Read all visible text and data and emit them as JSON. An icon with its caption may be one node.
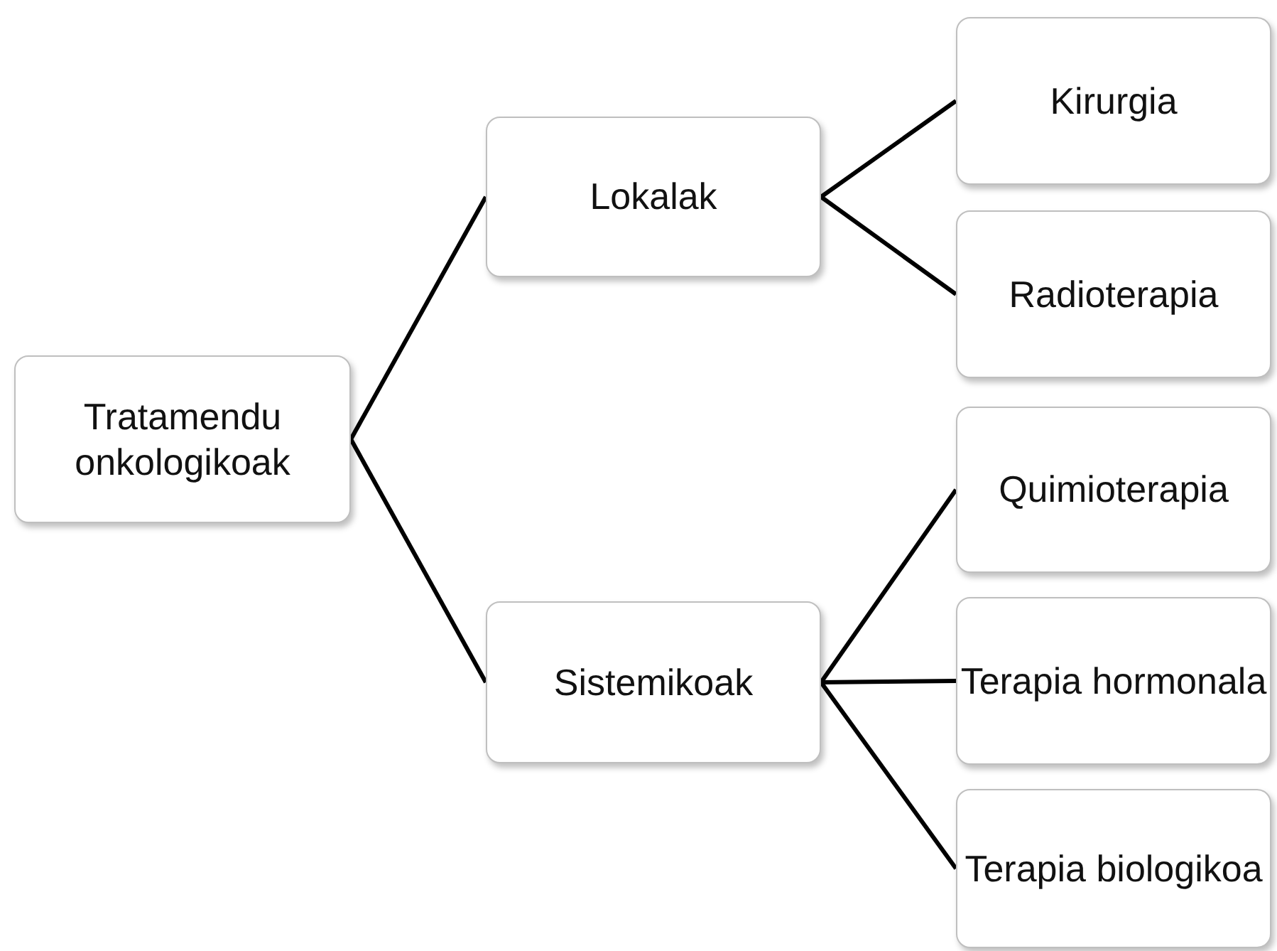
{
  "diagram": {
    "nodes": [
      {
        "text": [
          "Tratamendu onkologikoak"
        ]
      },
      {
        "text": [
          "Lokalak"
        ]
      },
      {
        "text": [
          "Sistemikoak"
        ]
      },
      {
        "text": [
          "Kirurgia"
        ]
      },
      {
        "text": [
          "Radioterapia"
        ]
      },
      {
        "text": [
          "Quimioterapia"
        ]
      },
      {
        "text": [
          "Terapia hormonala"
        ]
      },
      {
        "text": [
          "Terapia biologikoa"
        ]
      }
    ],
    "edges": [
      {
        "from": 0,
        "to": 1,
        "arrow": "none"
      },
      {
        "from": 0,
        "to": 2,
        "arrow": "none"
      },
      {
        "from": 1,
        "to": 3,
        "arrow": "none"
      },
      {
        "from": 1,
        "to": 4,
        "arrow": "none"
      },
      {
        "from": 2,
        "to": 5,
        "arrow": "none"
      },
      {
        "from": 2,
        "to": 6,
        "arrow": "none"
      },
      {
        "from": 2,
        "to": 7,
        "arrow": "none"
      }
    ]
  }
}
